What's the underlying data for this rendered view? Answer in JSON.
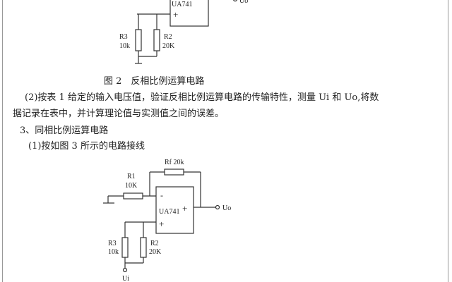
{
  "figure2": {
    "opamp_label": "UA741",
    "plus_sign": "+",
    "output_label": "Uo",
    "r3": {
      "name": "R3",
      "value": "10k"
    },
    "r2": {
      "name": "R2",
      "value": "20K"
    },
    "caption": "图 2　反相比例运算电路"
  },
  "paragraphs": [
    "(2)按表 1 给定的输入电压值，验证反相比例运算电路的传输特性，测量 Ui 和 Uo,将数",
    "据记录在表中，并计算理论值与实测值之间的误差。",
    "3、同相比例运算电路",
    "(1)按如图 3 所示的电路接线"
  ],
  "figure3": {
    "rf": {
      "name": "Rf",
      "value": "20k"
    },
    "r1": {
      "name": "R1",
      "value": "10K"
    },
    "minus_sign": "-",
    "opamp_label": "UA741",
    "supply_sign": "+",
    "plus_sign": "+",
    "output_label": "Uo",
    "r3": {
      "name": "R3",
      "value": "10k"
    },
    "r2": {
      "name": "R2",
      "value": "20K"
    },
    "input_label": "Ui"
  }
}
